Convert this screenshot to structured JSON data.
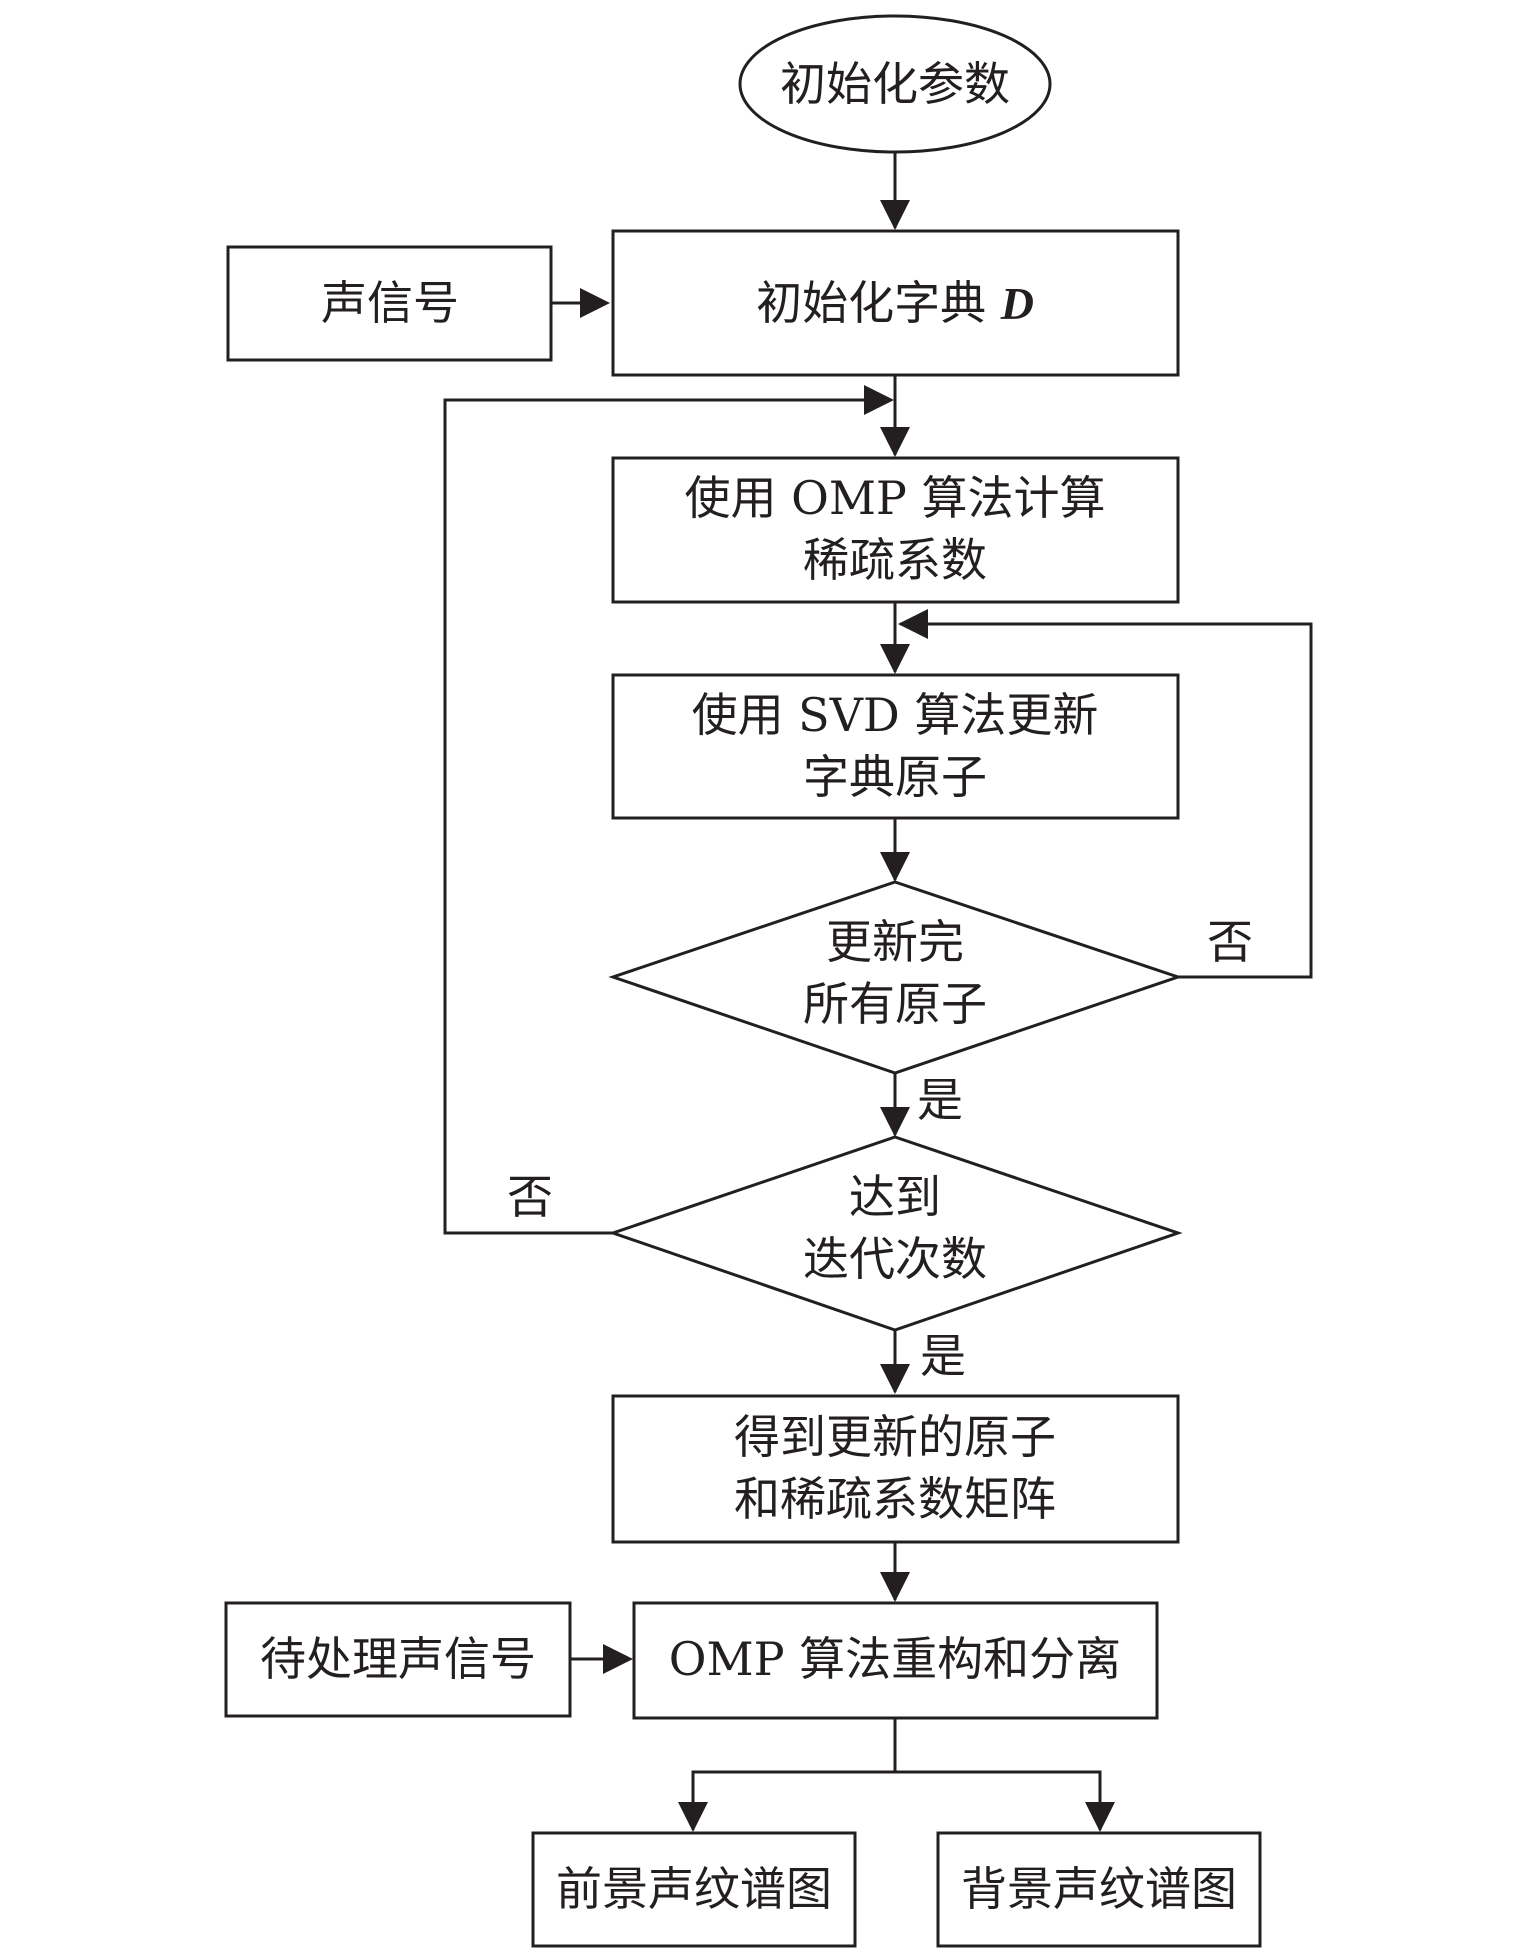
{
  "nodes": {
    "start": "初始化参数",
    "signal": "声信号",
    "init_dict_prefix": "初始化字典 ",
    "init_dict_symbol": "D",
    "omp_line1": "使用 OMP 算法计算",
    "omp_line2": "稀疏系数",
    "svd_line1": "使用 SVD 算法更新",
    "svd_line2": "字典原子",
    "check_atoms_line1": "更新完",
    "check_atoms_line2": "所有原子",
    "check_iter_line1": "达到",
    "check_iter_line2": "迭代次数",
    "result_line1": "得到更新的原子",
    "result_line2": "和稀疏系数矩阵",
    "pending_signal": "待处理声信号",
    "reconstruct": "OMP 算法重构和分离",
    "foreground": "前景声纹谱图",
    "background": "背景声纹谱图"
  },
  "labels": {
    "no_atoms": "否",
    "yes_atoms": "是",
    "no_iter": "否",
    "yes_iter": "是"
  }
}
